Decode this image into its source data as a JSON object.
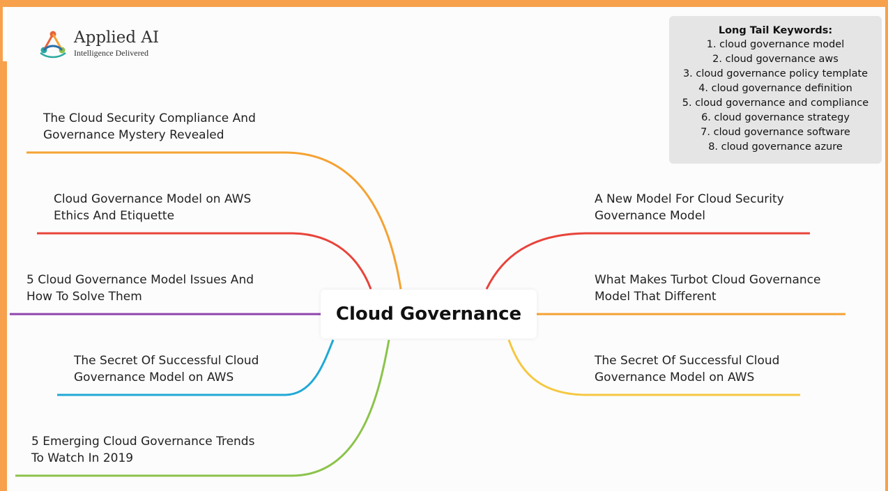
{
  "brand": {
    "name": "Applied AI",
    "tagline": "Intelligence Delivered"
  },
  "keywords": {
    "title": "Long Tail Keywords:",
    "items": [
      "1. cloud governance model",
      "2. cloud governance aws",
      "3. cloud governance policy template",
      "4. cloud governance definition",
      "5. cloud governance and compliance",
      "6. cloud governance strategy",
      "7. cloud governance software",
      "8. cloud governance azure"
    ]
  },
  "center": {
    "label": "Cloud Governance"
  },
  "left_topics": [
    {
      "line1": "The Cloud Security Compliance And",
      "line2": "Governance Mystery Revealed",
      "color": "#f5a233"
    },
    {
      "line1": "Cloud Governance Model on AWS",
      "line2": "Ethics And Etiquette",
      "color": "#e8433a"
    },
    {
      "line1": "5 Cloud Governance Model Issues And",
      "line2": "How To Solve Them",
      "color": "#8e44ad"
    },
    {
      "line1": "The Secret Of Successful Cloud",
      "line2": "Governance Model on AWS",
      "color": "#1fa9d6"
    },
    {
      "line1": "5 Emerging Cloud Governance Trends",
      "line2": "To Watch In 2019",
      "color": "#8bc34a"
    }
  ],
  "right_topics": [
    {
      "line1": "A New Model For Cloud Security",
      "line2": "Governance Model",
      "color": "#e8433a"
    },
    {
      "line1": "What Makes Turbot Cloud Governance",
      "line2": "Model That Different",
      "color": "#f5a233"
    },
    {
      "line1": "The Secret Of Successful Cloud",
      "line2": "Governance Model on AWS",
      "color": "#f5c842"
    }
  ],
  "colors": {
    "frame": "#f7a14c",
    "keyword_box": "#e5e5e5"
  }
}
